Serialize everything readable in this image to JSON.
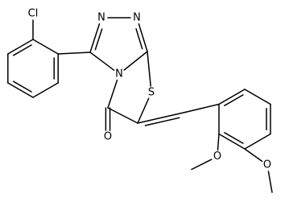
{
  "structure": {
    "atoms": [
      {
        "id": "a1",
        "element": "C"
      },
      {
        "id": "a2",
        "element": "C"
      },
      {
        "id": "a3",
        "element": "C"
      },
      {
        "id": "a4",
        "element": "C"
      },
      {
        "id": "a5",
        "element": "C"
      },
      {
        "id": "a6",
        "element": "C"
      },
      {
        "id": "cl",
        "element": "Cl",
        "label": "Cl"
      },
      {
        "id": "t1",
        "element": "C"
      },
      {
        "id": "n1",
        "element": "N",
        "label": "N"
      },
      {
        "id": "n2",
        "element": "N",
        "label": "N"
      },
      {
        "id": "t4",
        "element": "C"
      },
      {
        "id": "n4",
        "element": "N",
        "label": "N"
      },
      {
        "id": "s",
        "element": "S",
        "label": "S"
      },
      {
        "id": "c6",
        "element": "C"
      },
      {
        "id": "c5",
        "element": "C"
      },
      {
        "id": "o1",
        "element": "O",
        "label": "O"
      },
      {
        "id": "ch",
        "element": "C"
      },
      {
        "id": "b1",
        "element": "C"
      },
      {
        "id": "b2",
        "element": "C"
      },
      {
        "id": "b3",
        "element": "C"
      },
      {
        "id": "b4",
        "element": "C"
      },
      {
        "id": "b5",
        "element": "C"
      },
      {
        "id": "b6",
        "element": "C"
      },
      {
        "id": "o2",
        "element": "O",
        "label": "O"
      },
      {
        "id": "me2",
        "element": "C"
      },
      {
        "id": "o3",
        "element": "O",
        "label": "O"
      },
      {
        "id": "me3",
        "element": "C"
      }
    ],
    "bonds": [
      {
        "from": "a1",
        "to": "a2",
        "order": 2,
        "side": "in"
      },
      {
        "from": "a2",
        "to": "a3",
        "order": 1
      },
      {
        "from": "a3",
        "to": "a4",
        "order": 2,
        "side": "in"
      },
      {
        "from": "a4",
        "to": "a5",
        "order": 1
      },
      {
        "from": "a5",
        "to": "a6",
        "order": 2,
        "side": "in"
      },
      {
        "from": "a6",
        "to": "a1",
        "order": 1
      },
      {
        "from": "a1",
        "to": "cl",
        "order": 1
      },
      {
        "from": "a6",
        "to": "t1",
        "order": 1
      },
      {
        "from": "t1",
        "to": "n1",
        "order": 2,
        "side": "in"
      },
      {
        "from": "n1",
        "to": "n2",
        "order": 1
      },
      {
        "from": "n2",
        "to": "t4",
        "order": 2,
        "side": "in"
      },
      {
        "from": "t4",
        "to": "n4",
        "order": 1
      },
      {
        "from": "n4",
        "to": "t1",
        "order": 1
      },
      {
        "from": "t4",
        "to": "s",
        "order": 1
      },
      {
        "from": "s",
        "to": "c6",
        "order": 1
      },
      {
        "from": "c6",
        "to": "c5",
        "order": 1
      },
      {
        "from": "c5",
        "to": "n4",
        "order": 1
      },
      {
        "from": "c5",
        "to": "o1",
        "order": 2,
        "side": "center"
      },
      {
        "from": "c6",
        "to": "ch",
        "order": 2,
        "side": "right"
      },
      {
        "from": "ch",
        "to": "b1",
        "order": 1
      },
      {
        "from": "b1",
        "to": "b2",
        "order": 2,
        "side": "in"
      },
      {
        "from": "b2",
        "to": "b3",
        "order": 1
      },
      {
        "from": "b3",
        "to": "b4",
        "order": 2,
        "side": "in"
      },
      {
        "from": "b4",
        "to": "b5",
        "order": 1
      },
      {
        "from": "b5",
        "to": "b6",
        "order": 2,
        "side": "in"
      },
      {
        "from": "b6",
        "to": "b1",
        "order": 1
      },
      {
        "from": "b6",
        "to": "o2",
        "order": 1
      },
      {
        "from": "o2",
        "to": "me2",
        "order": 1
      },
      {
        "from": "b5",
        "to": "o3",
        "order": 1
      },
      {
        "from": "o3",
        "to": "me3",
        "order": 1
      }
    ]
  }
}
